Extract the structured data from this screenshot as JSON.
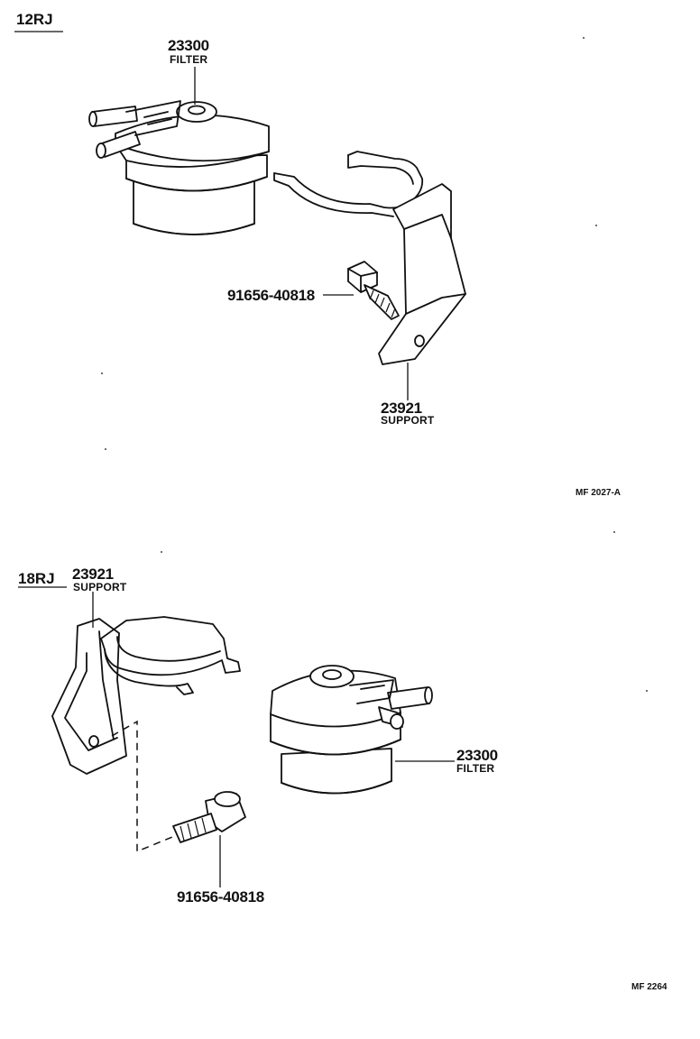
{
  "sections": [
    {
      "model": "12RJ",
      "ref_code": "MF 2027-A",
      "parts": [
        {
          "number": "23300",
          "name": "FILTER"
        },
        {
          "number": "23921",
          "name": "SUPPORT"
        },
        {
          "number": "91656-40818",
          "name": ""
        }
      ]
    },
    {
      "model": "18RJ",
      "ref_code": "MF 2264",
      "parts": [
        {
          "number": "23921",
          "name": "SUPPORT"
        },
        {
          "number": "23300",
          "name": "FILTER"
        },
        {
          "number": "91656-40818",
          "name": ""
        }
      ]
    }
  ]
}
